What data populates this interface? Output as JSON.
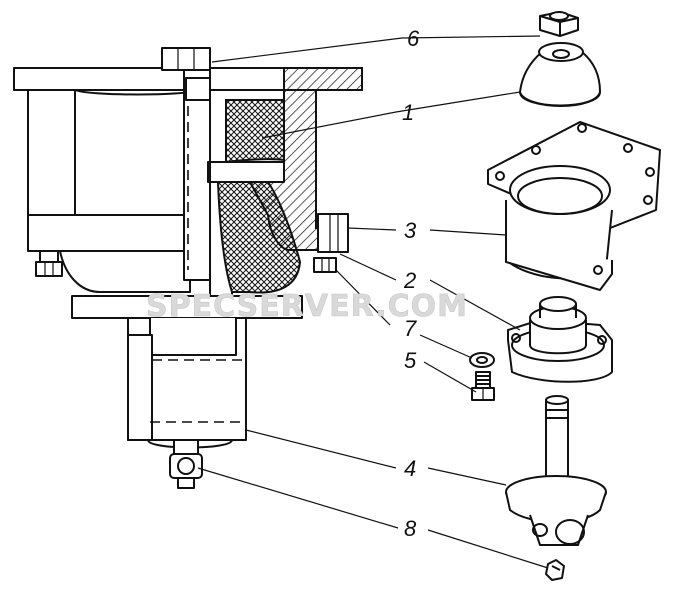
{
  "watermark": "SPECSERVER.COM",
  "callouts": [
    {
      "id": "6",
      "label": "6"
    },
    {
      "id": "1",
      "label": "1"
    },
    {
      "id": "3",
      "label": "3"
    },
    {
      "id": "2",
      "label": "2"
    },
    {
      "id": "7",
      "label": "7"
    },
    {
      "id": "5",
      "label": "5"
    },
    {
      "id": "4",
      "label": "4"
    },
    {
      "id": "8",
      "label": "8"
    }
  ],
  "colors": {
    "line": "#111111",
    "background": "#ffffff",
    "watermark": "#d9d9d9"
  }
}
